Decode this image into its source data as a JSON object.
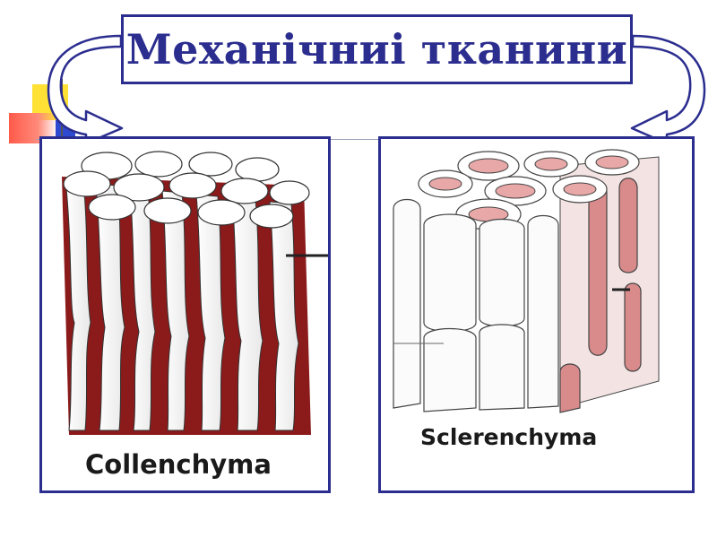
{
  "title": "Механічниі тканини",
  "panels": {
    "left": {
      "caption": "Collenchyma"
    },
    "right": {
      "caption": "Sclerenchyma"
    }
  },
  "colors": {
    "title_blue": "#2b2d8f",
    "tissue_red": "#8b1a1a",
    "tissue_pink": "#d98a8a"
  }
}
